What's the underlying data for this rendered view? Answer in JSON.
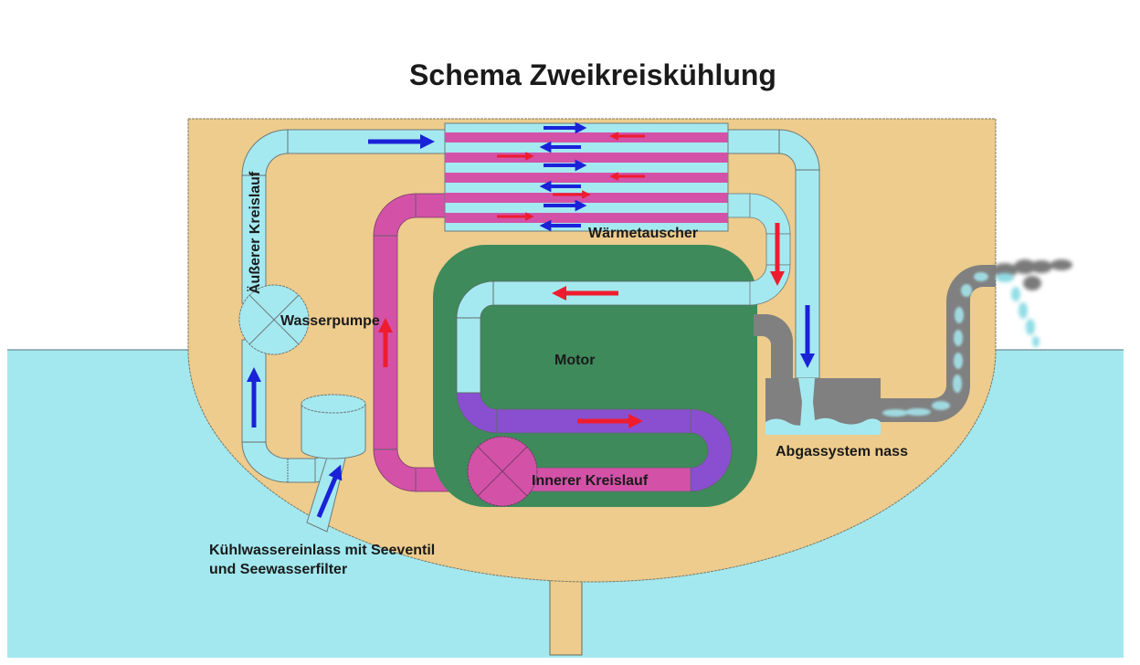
{
  "title": "Schema Zweikreiskühlung",
  "labels": {
    "outer_circuit": "Äußerer Kreislauf",
    "water_pump": "Wasserpumpe",
    "heat_exchanger": "Wärmetauscher",
    "engine": "Motor",
    "inner_circuit": "Innerer Kreislauf",
    "wet_exhaust": "Abgassystem nass",
    "intake_line1": "Kühlwassereinlass mit Seeventil",
    "intake_line2": "und Seewasserfilter"
  },
  "colors": {
    "sea_water": "#a3e8ef",
    "hull": "#edcc8d",
    "raw_water_pipe": "#a5e9f0",
    "coolant_hot": "#d352a8",
    "coolant_cool": "#8a4fd0",
    "engine_block": "#3e8a5a",
    "exhaust": "#808080",
    "arrow_raw_water": "#1a22d8",
    "arrow_coolant": "#ee1c2e"
  }
}
